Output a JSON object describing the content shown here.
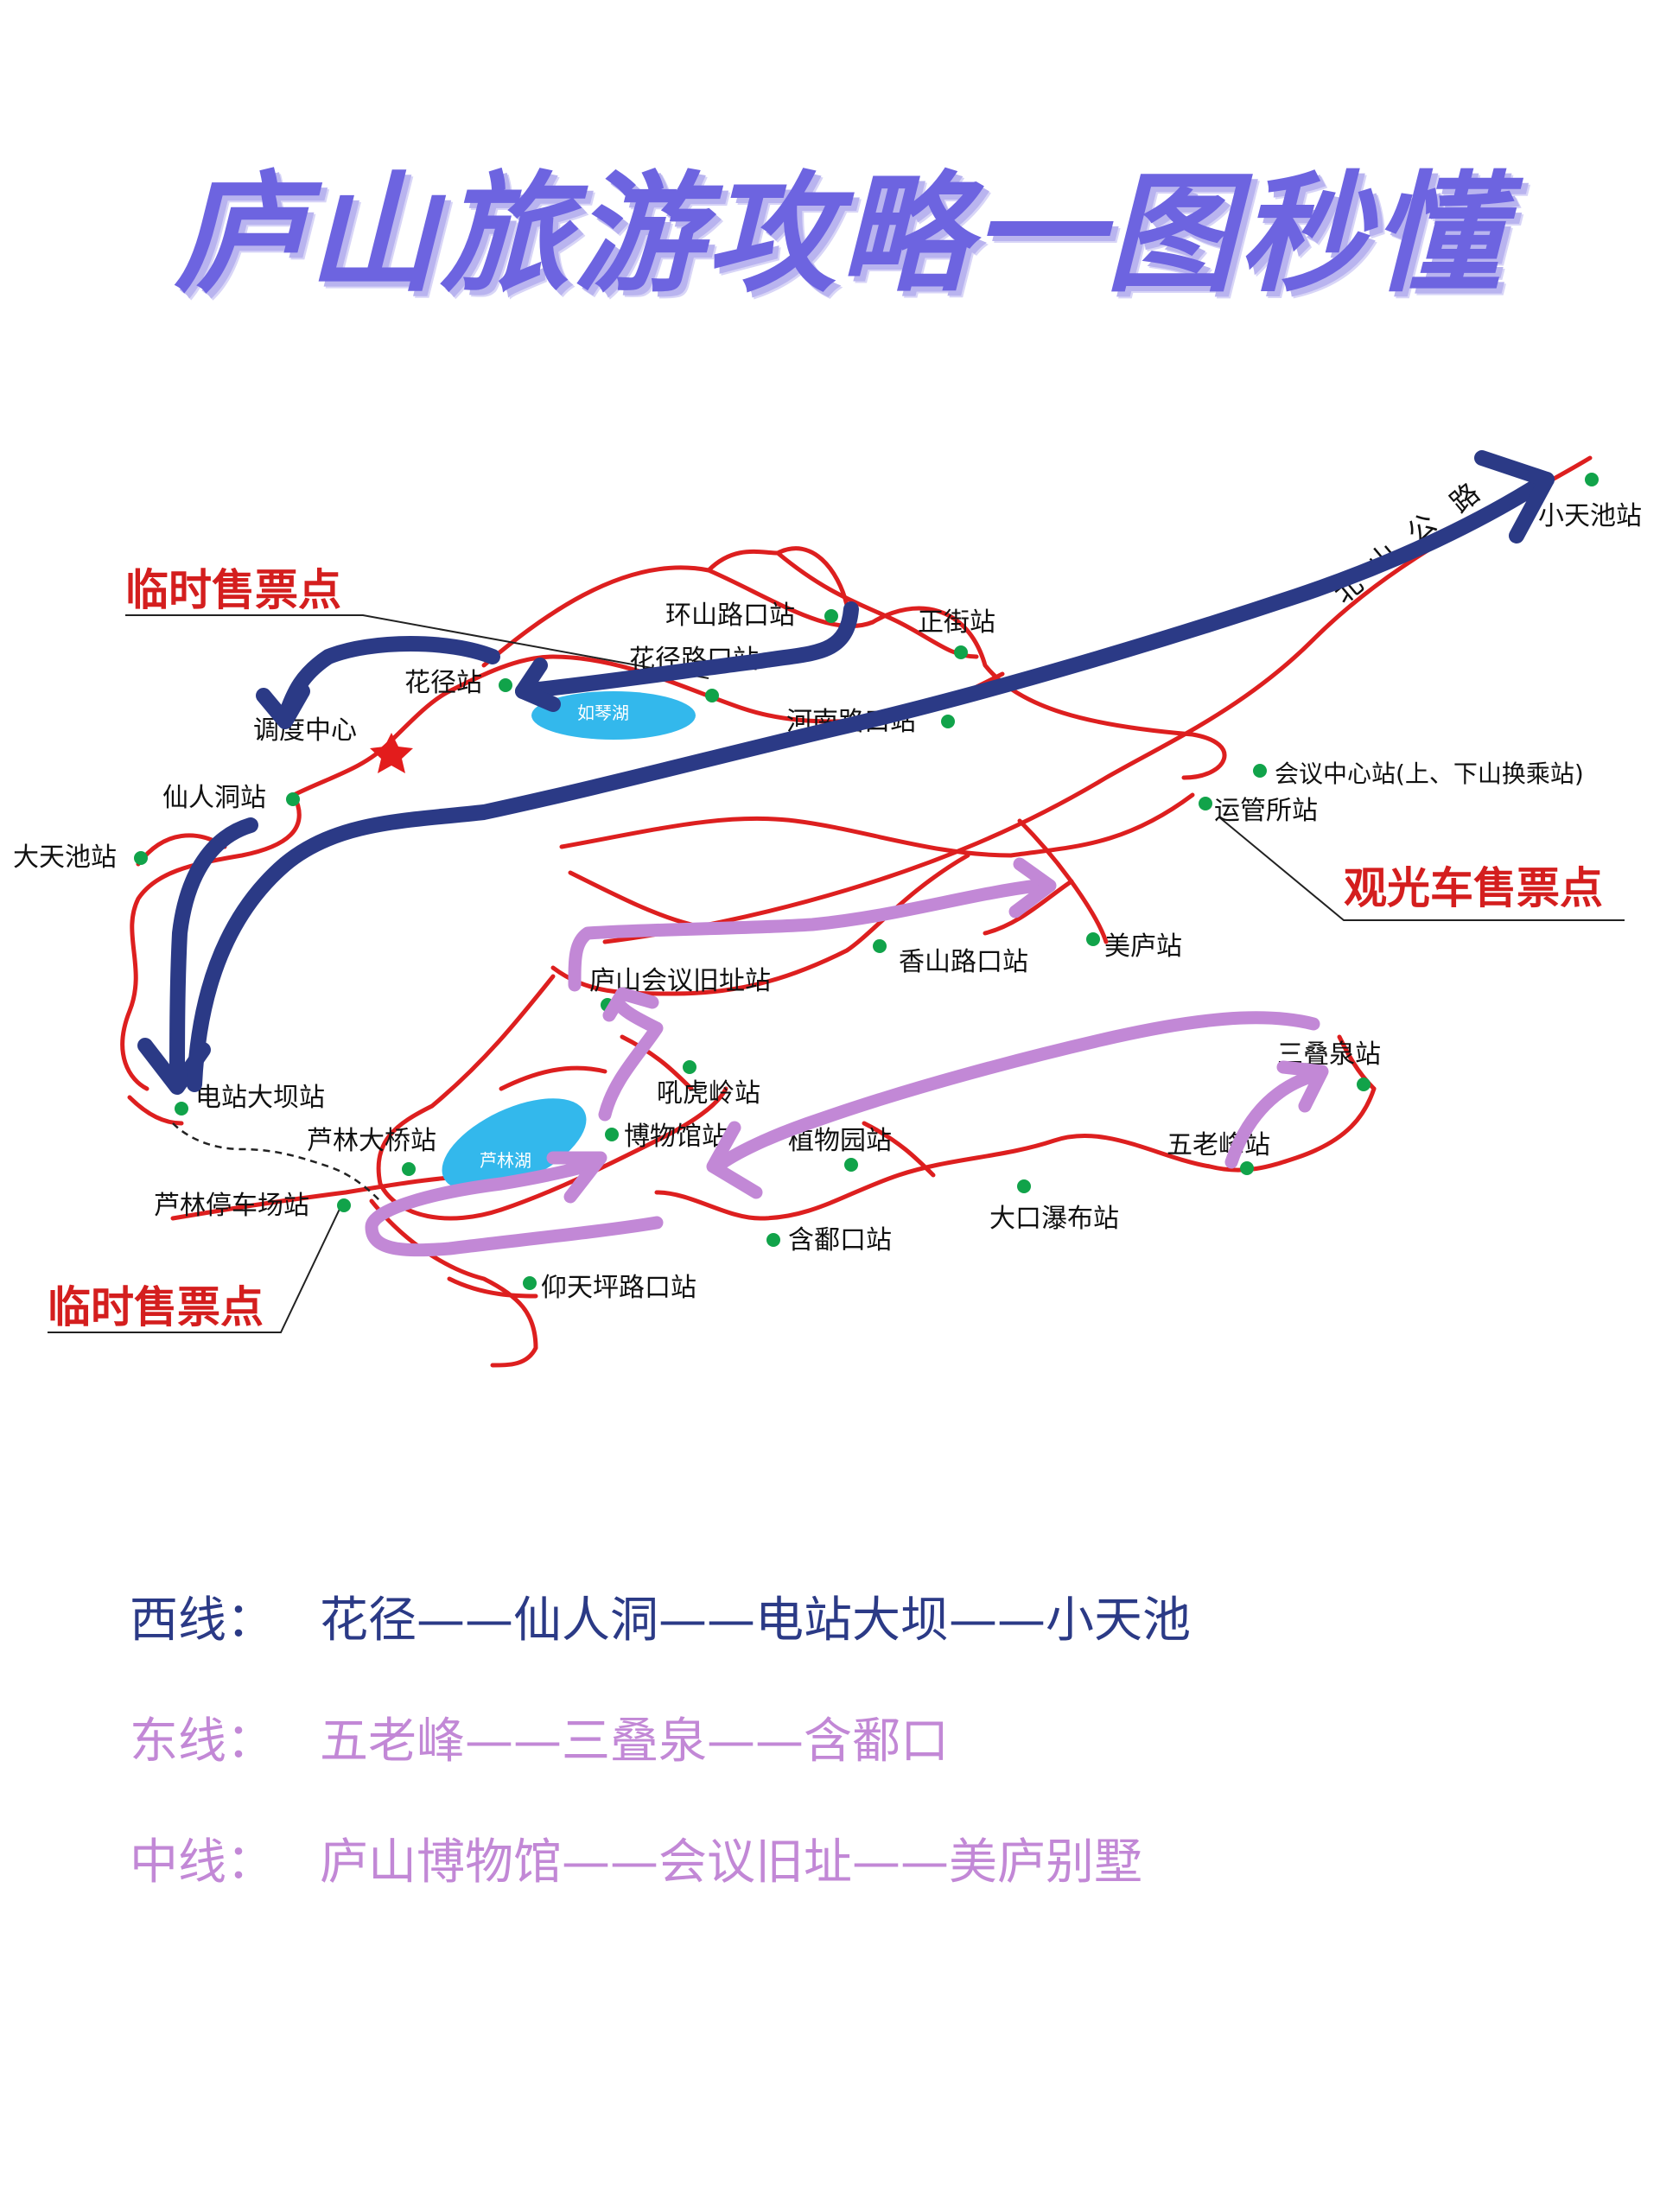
{
  "title": "庐山旅游攻略一图秒懂",
  "colors": {
    "road": "#dd1f1f",
    "west_route": "#2b3a86",
    "east_route": "#c288d6",
    "lake": "#33b8ec",
    "station": "#11a34a",
    "star": "#e31c1c"
  },
  "map": {
    "stations": {
      "xiaotianchi": "小天池站",
      "huanshanlu": "环山路口站",
      "zhengjie": "正街站",
      "huajing": "花径站",
      "huajinglukou": "花径路口站",
      "henanlukou": "河南路口站",
      "diaodu": "调度中心",
      "xianrendong": "仙人洞站",
      "datianchi": "大天池站",
      "huiyizhongxin": "会议中心站(上、下山换乘站)",
      "yunguansuo": "运管所站",
      "meilu": "美庐站",
      "xiangshanlukou": "香山路口站",
      "lushanhuiyi": "庐山会议旧址站",
      "houhuling": "吼虎岭站",
      "sandiequan": "三叠泉站",
      "dianzhandaba": "电站大坝站",
      "lulindaqiao": "芦林大桥站",
      "bowuguan": "博物馆站",
      "zhiwuyuan": "植物园站",
      "wulaofeng": "五老峰站",
      "lulintingchechang": "芦林停车场站",
      "dakoupubu": "大口瀑布站",
      "hanpokou": "含鄱口站",
      "yangtianping": "仰天坪路口站"
    },
    "lakes": {
      "ruqinhu": "如琴湖",
      "lulinhu": "芦林湖"
    },
    "road_name": [
      "北",
      "山",
      "公",
      "路"
    ],
    "ticket_points": {
      "temp_top": "临时售票点",
      "temp_bottom": "临时售票点",
      "sightseeing": "观光车售票点"
    }
  },
  "routes": [
    {
      "name": "西线：",
      "path": "花径——仙人洞——电站大坝——小天池",
      "color": "#2b3a86"
    },
    {
      "name": "东线：",
      "path": "五老峰——三叠泉——含鄱口",
      "color": "#c288d6"
    },
    {
      "name": "中线：",
      "path": "庐山博物馆——会议旧址——美庐别墅",
      "color": "#c288d6"
    }
  ]
}
